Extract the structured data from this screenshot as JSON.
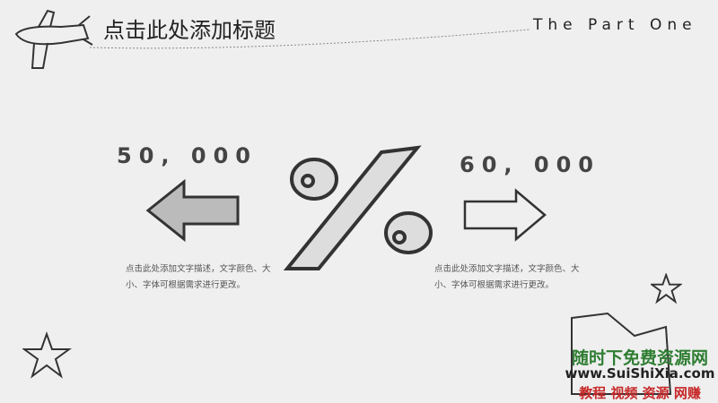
{
  "slide": {
    "title": "点击此处添加标题",
    "subtitle": "The Part One",
    "left": {
      "value": "50, 000",
      "description": "点击此处添加文字描述，文字颜色、大小、字体可根据需求进行更改。"
    },
    "right": {
      "value": "60, 000",
      "description": "点击此处添加文字描述，文字颜色、大小、字体可根据需求进行更改。"
    }
  },
  "watermark": {
    "line1": "随时下免费资源网",
    "line2": "www.SuiShiXia.com",
    "line3": "教程 视频 资源 网赚",
    "color1": "#2e7d32",
    "color3": "#c62828"
  }
}
